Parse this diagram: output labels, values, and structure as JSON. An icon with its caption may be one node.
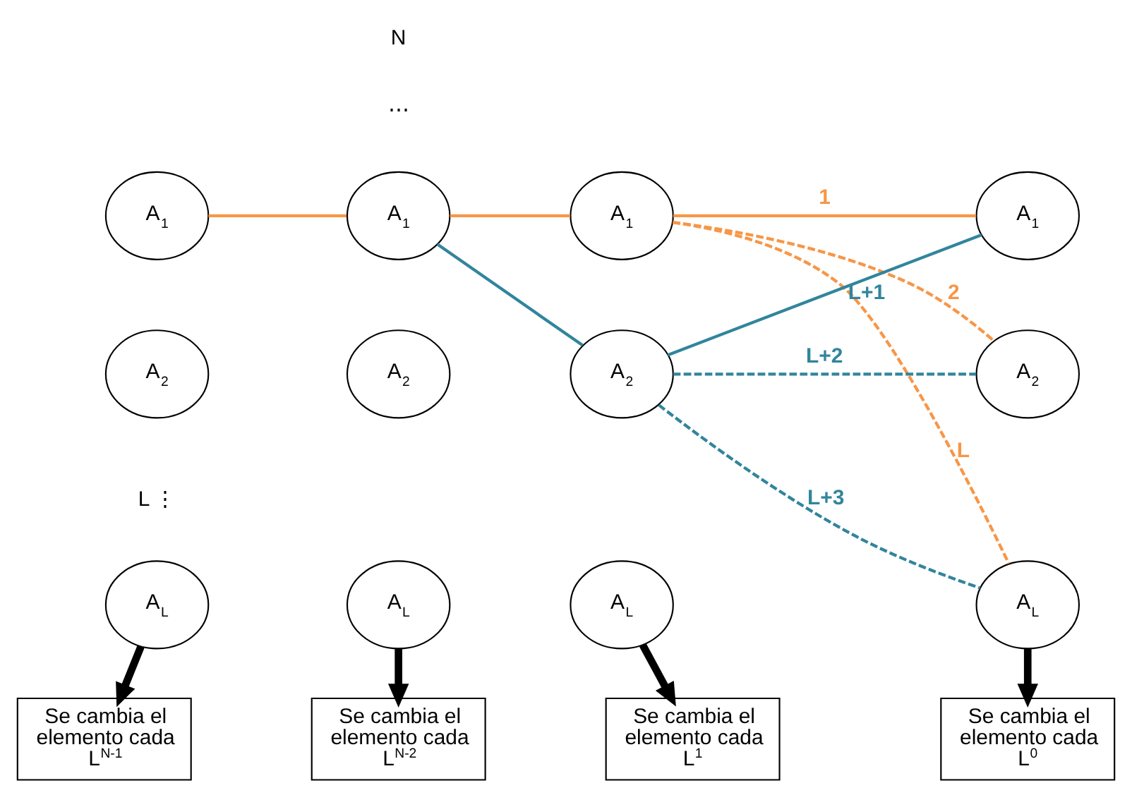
{
  "diagram": {
    "nodes": [
      {
        "text": [
          "A$_{1}$"
        ]
      },
      {
        "text": [
          "A$_{2}$"
        ]
      },
      {
        "text": [
          "A$_{L}$"
        ]
      },
      {
        "text": [
          "Se cambia el elemento cada L$^{N-1}$"
        ]
      },
      {
        "text": [
          "A$_{1}$"
        ]
      },
      {
        "text": [
          "A$_{2}$"
        ]
      },
      {
        "text": [
          "A$_{L}$"
        ]
      },
      {
        "text": [
          "Se cambia el elemento cada L$^{N-2}$"
        ]
      },
      {
        "text": [
          "A$_{1}$"
        ]
      },
      {
        "text": [
          "A$_{2}$"
        ]
      },
      {
        "text": [
          "A$_{L}$"
        ]
      },
      {
        "text": [
          "Se cambia el elemento cada L$^{1}$"
        ]
      },
      {
        "text": [
          "A$_{1}$"
        ]
      },
      {
        "text": [
          "A$_{2}$"
        ]
      },
      {
        "text": [
          "A$_{L}$"
        ]
      },
      {
        "text": [
          "Se cambia el elemento cada L$^{0}$"
        ]
      }
    ],
    "edges": [
      {
        "from": 0,
        "to": 4,
        "arrow": "none",
        "color": "#f79646"
      },
      {
        "from": 4,
        "to": 8,
        "arrow": "none",
        "color": "#f79646"
      },
      {
        "from": 4,
        "to": 9,
        "arrow": "none",
        "color": "#31859c"
      },
      {
        "from": 8,
        "to": 12,
        "arrow": "none",
        "label": "1",
        "color": "#f79646"
      },
      {
        "from": 9,
        "to": 12,
        "arrow": "none",
        "label": "L+1",
        "color": "#31859c"
      },
      {
        "from": 8,
        "to": 13,
        "arrow": "none",
        "label": "2",
        "style": "dashed",
        "color": "#f79646"
      },
      {
        "from": 9,
        "to": 13,
        "arrow": "none",
        "label": "L+2",
        "style": "dashed",
        "color": "#31859c"
      },
      {
        "from": 9,
        "to": 14,
        "arrow": "none",
        "label": "L+3",
        "style": "dashed",
        "color": "#31859c"
      },
      {
        "from": 8,
        "to": 14,
        "arrow": "none",
        "label": "L",
        "style": "dashed",
        "color": "#f79646"
      },
      {
        "from": 2,
        "to": 3,
        "arrow": "to",
        "style": "thick",
        "color": "#000000"
      },
      {
        "from": 6,
        "to": 7,
        "arrow": "to",
        "style": "thick",
        "color": "#000000"
      },
      {
        "from": 10,
        "to": 11,
        "arrow": "to",
        "style": "thick",
        "color": "#000000"
      },
      {
        "from": 14,
        "to": 15,
        "arrow": "to",
        "style": "thick",
        "color": "#000000"
      }
    ],
    "labels": [
      "N",
      "⋯",
      "L ⋮"
    ]
  }
}
